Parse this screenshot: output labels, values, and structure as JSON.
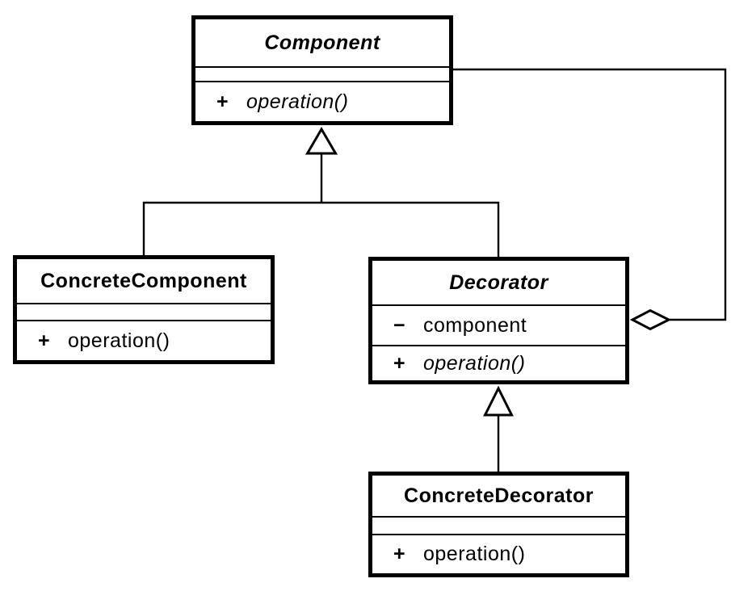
{
  "colors": {
    "ink": "#000000",
    "paper": "#ffffff"
  },
  "classes": {
    "component": {
      "name": "Component",
      "abstract": true,
      "operations": [
        {
          "vis": "+",
          "sig": "operation()"
        }
      ]
    },
    "concreteComponent": {
      "name": "ConcreteComponent",
      "abstract": false,
      "operations": [
        {
          "vis": "+",
          "sig": "operation()"
        }
      ]
    },
    "decorator": {
      "name": "Decorator",
      "abstract": true,
      "attributes": [
        {
          "vis": "−",
          "name": "component"
        }
      ],
      "operations": [
        {
          "vis": "+",
          "sig": "operation()"
        }
      ]
    },
    "concreteDecorator": {
      "name": "ConcreteDecorator",
      "abstract": false,
      "operations": [
        {
          "vis": "+",
          "sig": "operation()"
        }
      ]
    }
  }
}
